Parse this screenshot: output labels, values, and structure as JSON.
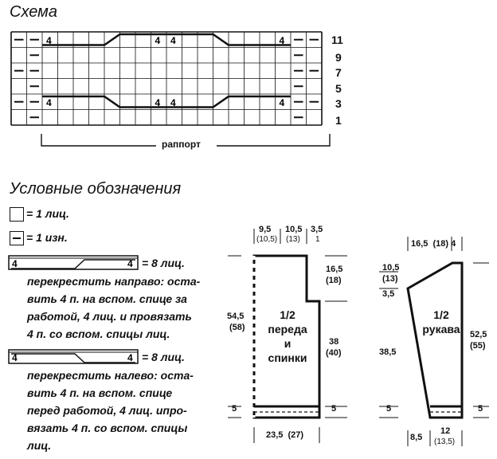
{
  "scheme": {
    "title": "Схема",
    "cell_marker": "4",
    "row_numbers": [
      "11",
      "9",
      "7",
      "5",
      "3",
      "1"
    ],
    "repeat_label": "раппорт"
  },
  "legend": {
    "title": "Условные обозначения",
    "knit": "= 1 лиц.",
    "purl": "= 1 изн.",
    "cable_right_head": "= 8 лиц.",
    "cable_right_lines": [
      "перекрестить направо: оста-",
      "вить 4 п. на вспом. спице за",
      "работой, 4 лиц. и провязать",
      "4 п. со вспом. спицы лиц."
    ],
    "cable_left_head": "= 8 лиц.",
    "cable_left_lines": [
      "перекрестить налево: оста-",
      "вить 4 п. на вспом. спице",
      "перед работой, 4 лиц. ипро-",
      "вязать 4 п. со вспом. спицы",
      "лиц."
    ]
  },
  "front_pattern": {
    "top_dims": [
      "9,5",
      "(10,5)",
      "10,5",
      "(13)",
      "3,5",
      "1"
    ],
    "label": [
      "1/2",
      "переда",
      "и",
      "спинки"
    ],
    "left_height": [
      "54,5",
      "(58)"
    ],
    "armhole": [
      "16,5",
      "(18)"
    ],
    "side": [
      "38",
      "(40)"
    ],
    "rib_left": "5",
    "rib_right": "5",
    "bottom_width": "23,5  (27)"
  },
  "sleeve_pattern": {
    "top_dims": "16,5  (18) 4",
    "label": [
      "1/2",
      "рукава"
    ],
    "left_dims": [
      "10,5",
      "(13)",
      "3,5"
    ],
    "left_height": "38,5",
    "right_height": [
      "52,5",
      "(55)"
    ],
    "rib_left": "5",
    "rib_right": "5",
    "bottom_dims": [
      "8,5",
      "12",
      "(13,5)"
    ]
  }
}
